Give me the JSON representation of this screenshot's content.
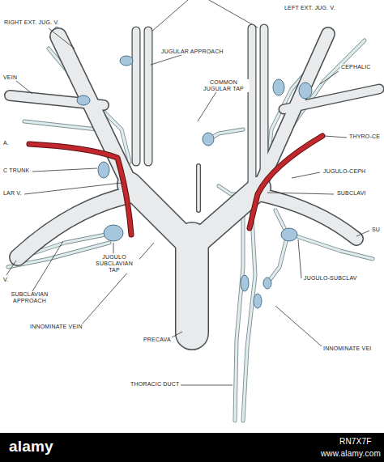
{
  "diagram": {
    "labels": [
      "RIGHT EXT. JUG. V.",
      "LEFT EXT. JUG. V.",
      "JUGULAR APPROACH",
      "COMMON JUGULAR TAP",
      "VEIN",
      "CEPHALIC",
      "A.",
      "THYRO-CE",
      "C TRUNK",
      "JUGULO-CEPH",
      "LAR V.",
      "SUBCLAVI",
      "SU",
      "JUGULO SUBCLAVIAN TAP",
      "V.",
      "SUBCLAVIAN APPROACH",
      "JUGULO-SUBCLAV",
      "INNOMINATE VEIN",
      "PRECAVA",
      "INNOMINATE VEI",
      "THORACIC DUCT",
      "alamy",
      "RN7X7F",
      "www.alamy.com"
    ]
  }
}
